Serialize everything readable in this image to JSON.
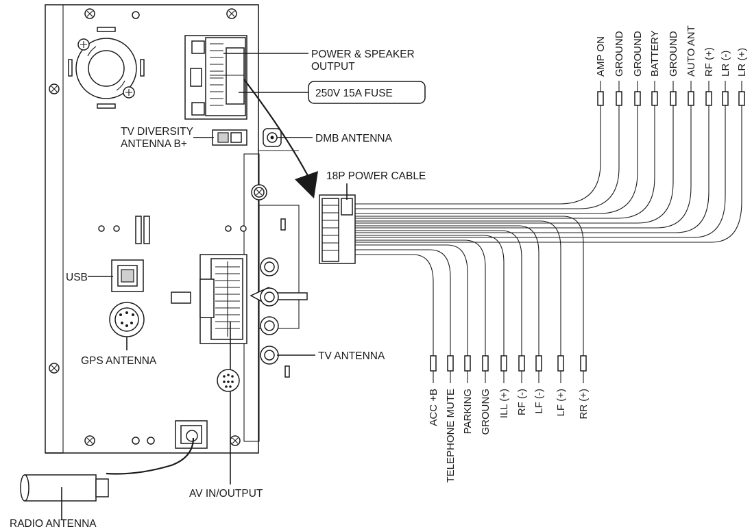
{
  "labels": {
    "power_speaker_output_line1": "POWER & SPEAKER",
    "power_speaker_output_line2": "OUTPUT",
    "fuse": "250V 15A FUSE",
    "tv_diversity_line1": "TV DIVERSITY",
    "tv_diversity_line2": "ANTENNA B+",
    "dmb_antenna": "DMB ANTENNA",
    "power_cable": "18P POWER CABLE",
    "usb": "USB",
    "gps_antenna": "GPS ANTENNA",
    "tv_antenna": "TV ANTENNA",
    "av_in_output": "AV IN/OUTPUT",
    "radio_antenna": "RADIO ANTENNA"
  },
  "top_wires": [
    "AMP ON",
    "GROUND",
    "GROUND",
    "BATTERY",
    "GROUND",
    "AUTO ANT",
    "RF (+)",
    "LR (-)",
    "LR (+)"
  ],
  "bottom_wires": [
    "ACC +B",
    "TELEPHONE MUTE",
    "PARKING",
    "GROUNG",
    "ILL (+)",
    "RF (-)",
    "LF (-)",
    "LF (+)",
    "RR (+)"
  ]
}
